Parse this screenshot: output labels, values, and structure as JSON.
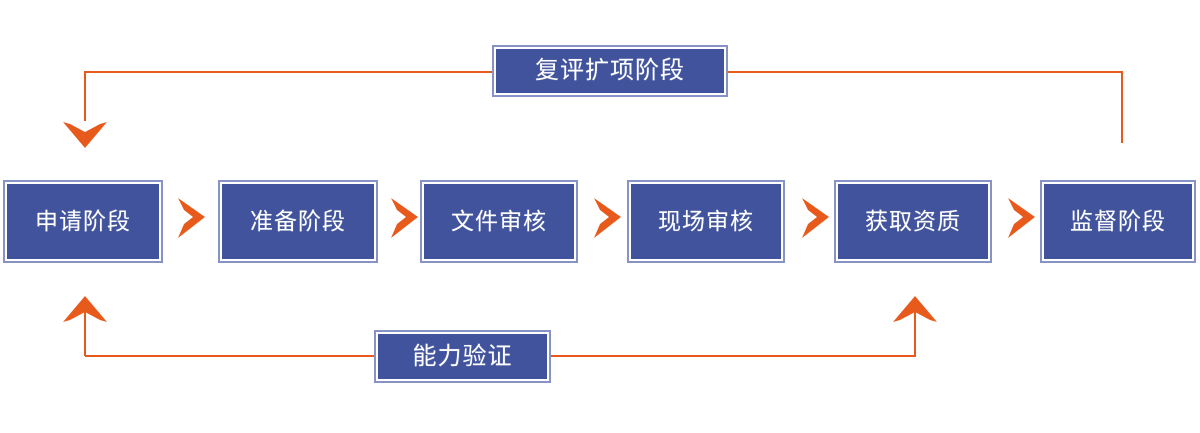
{
  "diagram": {
    "title_visible": false,
    "colors": {
      "box_fill": "#41539C",
      "box_inner_border": "#FFFFFF",
      "box_outer_border": "#8793C6",
      "connector": "#E8591C",
      "text": "#FFFFFF",
      "background": "#FFFFFF"
    },
    "stages": [
      {
        "id": "apply",
        "label": "申请阶段"
      },
      {
        "id": "prepare",
        "label": "准备阶段"
      },
      {
        "id": "doc-review",
        "label": "文件审核"
      },
      {
        "id": "onsite",
        "label": "现场审核"
      },
      {
        "id": "qualify",
        "label": "获取资质"
      },
      {
        "id": "supervise",
        "label": "监督阶段"
      }
    ],
    "feedback_top": {
      "id": "re-evaluation",
      "label": "复评扩项阶段"
    },
    "feedback_bottom": {
      "id": "capability-verification",
      "label": "能力验证"
    },
    "separators": [
      {
        "name": "chevron-1"
      },
      {
        "name": "chevron-2"
      },
      {
        "name": "chevron-3"
      },
      {
        "name": "chevron-4"
      },
      {
        "name": "chevron-5"
      }
    ]
  }
}
